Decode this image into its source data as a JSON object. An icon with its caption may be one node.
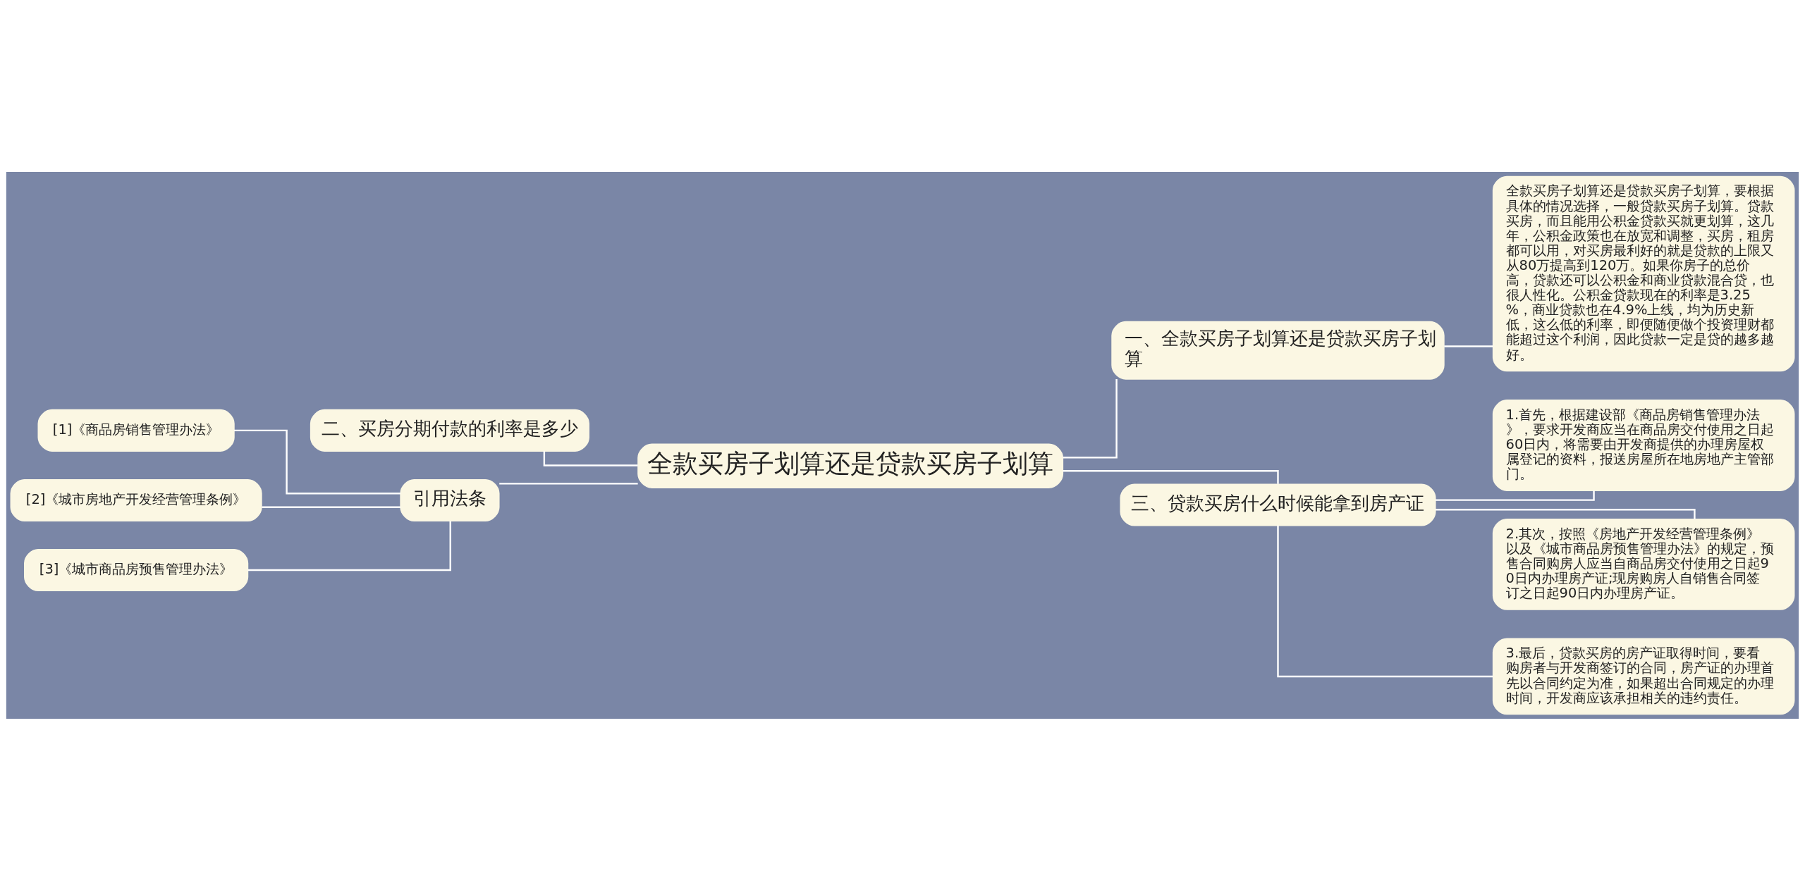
{
  "diagram": {
    "nodes": [
      {
        "text": [
          "全款买房子划算还是贷款买房子划算"
        ]
      },
      {
        "text": [
          "一、全款买房子划算还是贷款买房子划算"
        ]
      },
      {
        "text": [
          "全款买房子划算还是贷款买房子划算，要根据具体的情况选择，一般贷款买房子划算。贷款买房，而且能用公积金贷款买就更划算，这几年，公积金政策也在放宽和调整，买房，租房都可以用，对买房最利好的就是贷款的上限又从80万提高到120万。如果你房子的总价高，贷款还可以公积金和商业贷款混合贷，也很人性化。公积金贷款现在的利率是3.25%，商业贷款也在4.9%上线，均为历史新低，这么低的利率，即便随便做个投资理财都能超过这个利润，因此贷款一定是贷的越多越好。"
        ]
      },
      {
        "text": [
          "三、贷款买房什么时候能拿到房产证"
        ]
      },
      {
        "text": [
          "1.首先，根据建设部《商品房销售管理办法》，要求开发商应当在商品房交付使用之日起60日内，将需要由开发商提供的办理房屋权属登记的资料，报送房屋所在地房地产主管部门。"
        ]
      },
      {
        "text": [
          "2.其次，按照《房地产开发经营管理条例》以及《城市商品房预售管理办法》的规定，预售合同购房人应当自商品房交付使用之日起90日内办理房产证;现房购房人自销售合同签订之日起90日内办理房产证。"
        ]
      },
      {
        "text": [
          "3.最后，贷款买房的房产证取得时间，要看购房者与开发商签订的合同，房产证的办理首先以合同约定为准，如果超出合同规定的办理时间，开发商应该承担相关的违约责任。"
        ]
      },
      {
        "text": [
          "二、买房分期付款的利率是多少"
        ]
      },
      {
        "text": [
          "引用法条"
        ]
      },
      {
        "text": [
          "[1]《商品房销售管理办法》"
        ]
      },
      {
        "text": [
          "[2]《城市房地产开发经营管理条例》"
        ]
      },
      {
        "text": [
          "[3]《城市商品房预售管理办法》"
        ]
      }
    ],
    "edges": [
      {
        "from": 0,
        "to": 1,
        "arrow": "none"
      },
      {
        "from": 1,
        "to": 2,
        "arrow": "none"
      },
      {
        "from": 0,
        "to": 3,
        "arrow": "none"
      },
      {
        "from": 3,
        "to": 4,
        "arrow": "none"
      },
      {
        "from": 3,
        "to": 5,
        "arrow": "none"
      },
      {
        "from": 3,
        "to": 6,
        "arrow": "none"
      },
      {
        "from": 7,
        "to": 0,
        "arrow": "none"
      },
      {
        "from": 8,
        "to": 0,
        "arrow": "none"
      },
      {
        "from": 9,
        "to": 8,
        "arrow": "none"
      },
      {
        "from": 10,
        "to": 8,
        "arrow": "none"
      },
      {
        "from": 11,
        "to": 8,
        "arrow": "none"
      }
    ]
  }
}
